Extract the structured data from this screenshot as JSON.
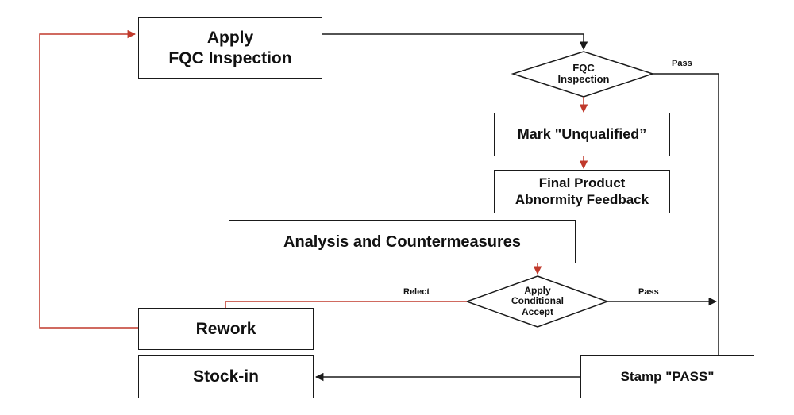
{
  "nodes": {
    "apply_fqc": {
      "line1": "Apply",
      "line2": "FQC Inspection"
    },
    "fqc_inspection": {
      "line1": "FQC",
      "line2": "Inspection"
    },
    "mark_unqualified": {
      "label": "Mark \"Unqualified”"
    },
    "abnormity_feedback": {
      "line1": "Final Product",
      "line2": "Abnormity Feedback"
    },
    "analysis": {
      "label": "Analysis and Countermeasures"
    },
    "conditional_accept": {
      "line1": "Apply",
      "line2": "Conditional",
      "line3": "Accept"
    },
    "rework": {
      "label": "Rework"
    },
    "stock_in": {
      "label": "Stock-in"
    },
    "stamp_pass": {
      "label": "Stamp \"PASS\""
    }
  },
  "edges": {
    "fqc_pass": "Pass",
    "conditional_pass": "Pass",
    "conditional_reject": "Relect"
  },
  "colors": {
    "line": "#1a1a1a",
    "reject_line": "#c0392b"
  }
}
